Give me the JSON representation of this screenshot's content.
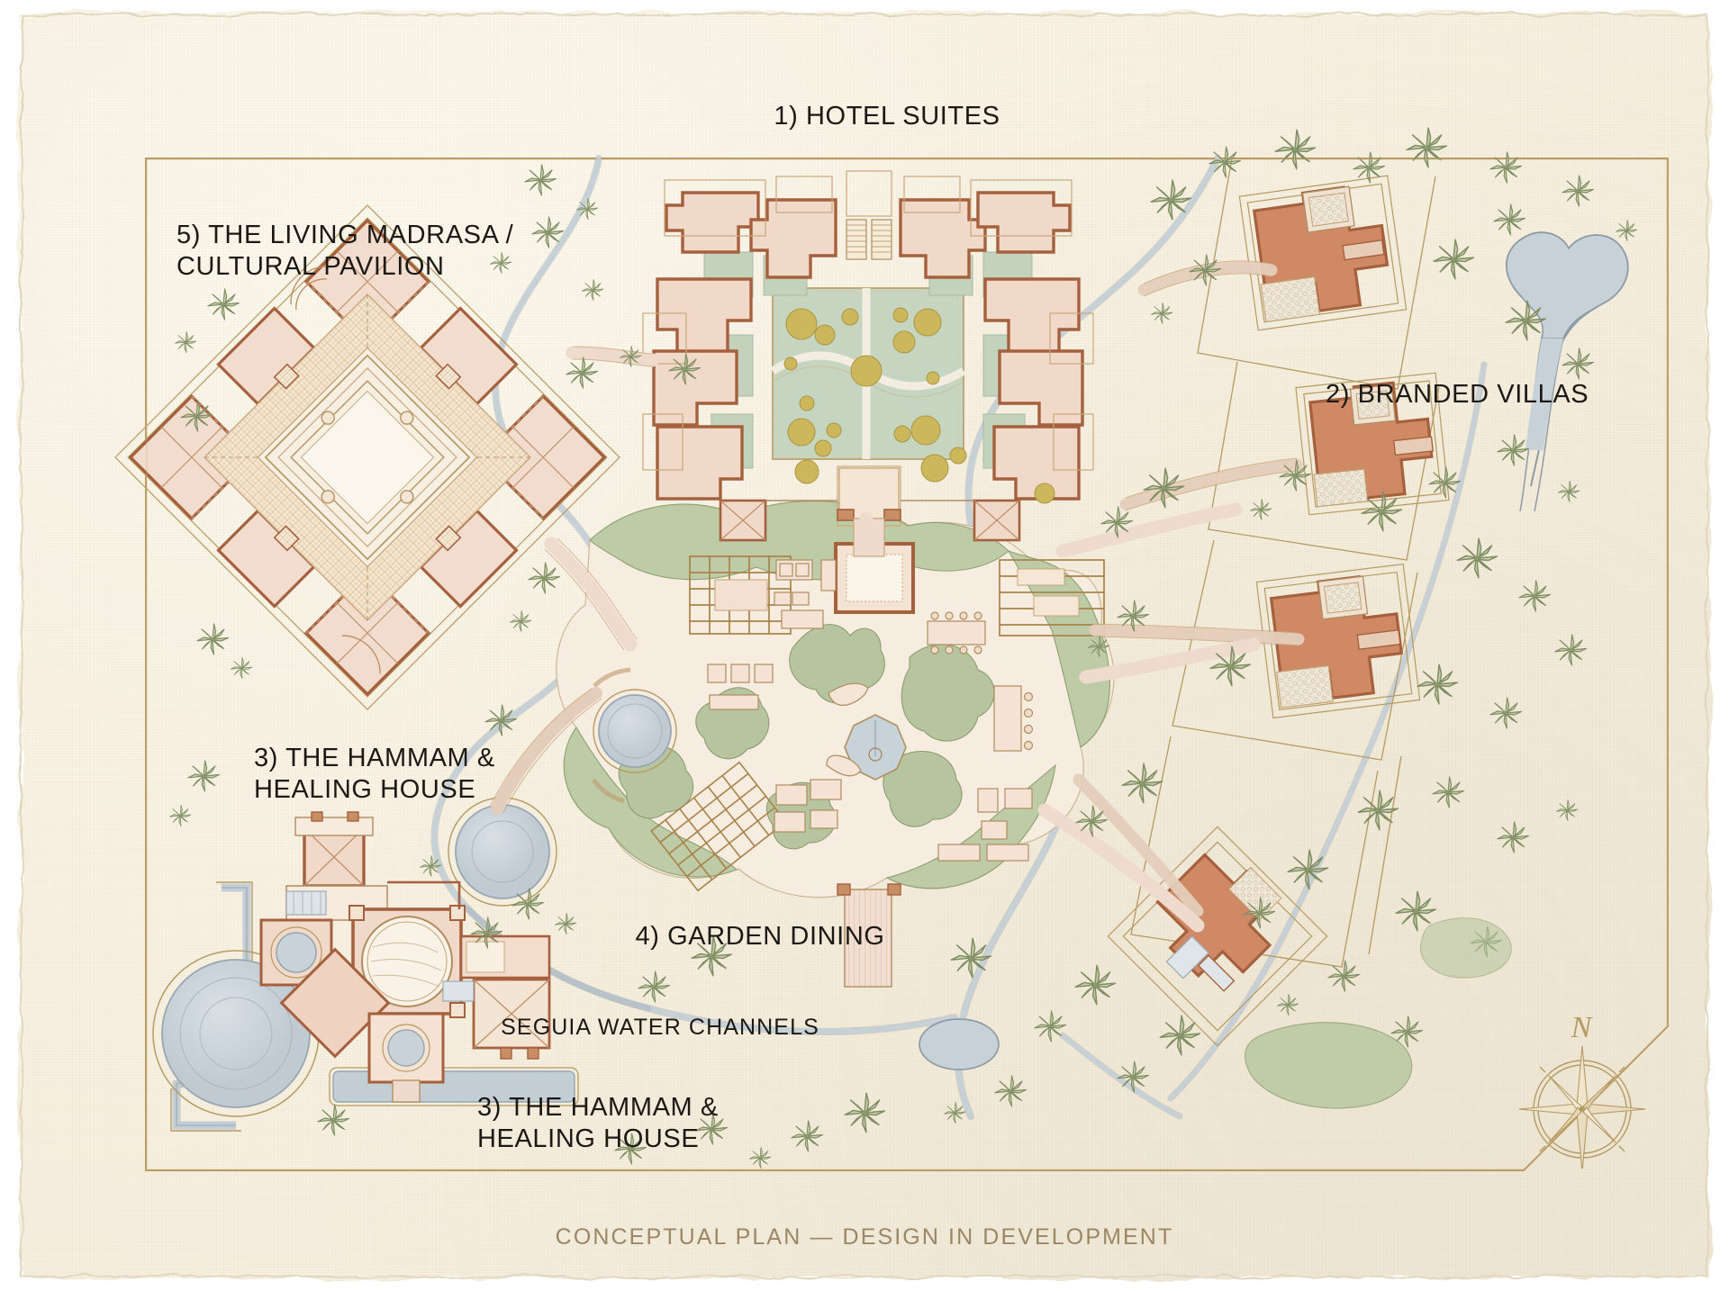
{
  "document": {
    "type": "architectural-site-plan",
    "footer": "CONCEPTUAL PLAN — DESIGN IN DEVELOPMENT",
    "paper_color": "#f6f0e1",
    "frame_color": "#b79a62",
    "ink_color": "#1c1914",
    "footer_color": "#9b8665"
  },
  "labels": {
    "hotel_suites": "1) HOTEL SUITES",
    "branded_villas": "2) BRANDED VILLAS",
    "hammam_primary": "3) THE HAMMAM &\nHEALING HOUSE",
    "hammam_secondary": "3) THE HAMMAM &\nHEALING HOUSE",
    "garden_dining": "4) GARDEN DINING",
    "madrasa": "5) THE LIVING MADRASA /\nCULTURAL PAVILION",
    "seguia": "SEGUIA WATER CHANNELS"
  },
  "legend_keys": [
    {
      "number": "1",
      "name": "HOTEL SUITES"
    },
    {
      "number": "2",
      "name": "BRANDED VILLAS"
    },
    {
      "number": "3",
      "name": "THE HAMMAM & HEALING HOUSE"
    },
    {
      "number": "4",
      "name": "GARDEN DINING"
    },
    {
      "number": "5",
      "name": "THE LIVING MADRASA / CULTURAL PAVILION"
    }
  ],
  "compass": {
    "north_letter": "N",
    "points": 8,
    "color": "#b39a63"
  },
  "palette": {
    "paper": "#f6f0e1",
    "paper_light": "#fbf7ec",
    "frame_gold": "#b79a62",
    "wall_terracotta": "#a5603e",
    "building_blush": "#f0d7c8",
    "villa_terracotta": "#cf8a65",
    "garden_green": "#b9c7a4",
    "courtyard_green": "#c4d3bd",
    "tree_olive": "#c9b457",
    "palm_sage": "#96a578",
    "water_blue": "#c3cdd4",
    "water_outline": "#8e9aa5",
    "path_blush": "#eedbcd",
    "hatch_tan": "#d8bd93"
  },
  "zones": {
    "hotel_suites": {
      "description": "Symmetric suite wings around a central formal courtyard garden",
      "courtyard_tree_count": 17
    },
    "madrasa": {
      "description": "Diamond-rotated pavilion with nested square courtyards and tiled cloisters"
    },
    "branded_villas": {
      "count": 4,
      "description": "Detached villas on angled plots with private pools and palm groves"
    },
    "hammam": {
      "description": "Domed bathing chambers with circular reflecting pools and seguia channels"
    },
    "garden_dining": {
      "description": "Organic planted island with pergolas, communal tables and octagonal water feature"
    }
  }
}
